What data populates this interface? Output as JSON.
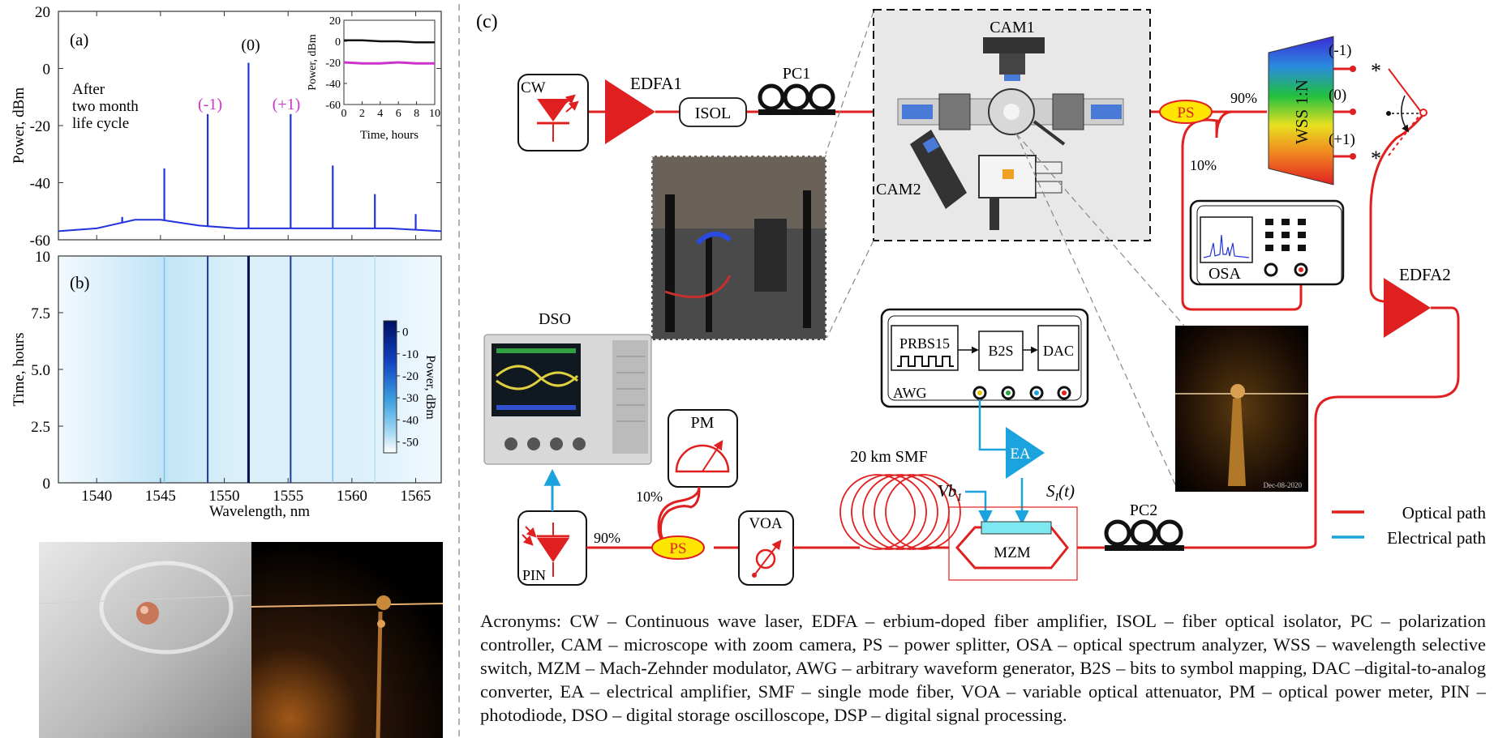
{
  "panel_labels": {
    "a": "(a)",
    "b": "(b)",
    "c": "(c)"
  },
  "chart_a": {
    "ylabel": "Power, dBm",
    "yticks": [
      "20",
      "0",
      "-20",
      "-40",
      "-60"
    ],
    "annotation_lines": [
      "After",
      "two month",
      "life cycle"
    ],
    "peak_labels": {
      "zero": "(0)",
      "minus1": "(-1)",
      "plus1": "(+1)"
    },
    "inset": {
      "ylabel": "Power, dBm",
      "xlabel": "Time, hours",
      "yticks": [
        "20",
        "0",
        "-20",
        "-40",
        "-60"
      ],
      "xticks": [
        "0",
        "2",
        "4",
        "6",
        "8",
        "10"
      ]
    }
  },
  "chart_b": {
    "ylabel": "Time, hours",
    "xlabel": "Wavelength, nm",
    "yticks": [
      "10",
      "7.5",
      "5.0",
      "2.5",
      "0"
    ],
    "xticks": [
      "1540",
      "1545",
      "1550",
      "1555",
      "1560",
      "1565"
    ],
    "colorbar_label": "Power, dBm",
    "colorbar_ticks": [
      "0",
      "-10",
      "-20",
      "-30",
      "-40",
      "-50"
    ]
  },
  "chart_data": [
    {
      "type": "line",
      "title": "",
      "xlabel": "Wavelength, nm",
      "ylabel": "Power, dBm",
      "xlim": [
        1537,
        1567
      ],
      "ylim": [
        -60,
        20
      ],
      "series": [
        {
          "x": [
            1537,
            1540,
            1543,
            1545,
            1548,
            1551,
            1554,
            1557,
            1560,
            1563,
            1567
          ],
          "values": [
            -57,
            -56,
            -53,
            -53,
            -55,
            -56,
            -56,
            -56,
            -56,
            -56,
            -57
          ]
        }
      ],
      "peaks": [
        {
          "x": 1542,
          "y": -52
        },
        {
          "x": 1545.3,
          "y": -35
        },
        {
          "x": 1548.7,
          "y": -16
        },
        {
          "x": 1551.9,
          "y": 2
        },
        {
          "x": 1555.2,
          "y": -16
        },
        {
          "x": 1558.5,
          "y": -34
        },
        {
          "x": 1561.8,
          "y": -44
        },
        {
          "x": 1565,
          "y": -51
        }
      ]
    },
    {
      "type": "line",
      "xlabel": "Time, hours",
      "ylabel": "Power, dBm",
      "xlim": [
        0,
        10
      ],
      "ylim": [
        -60,
        20
      ],
      "series": [
        {
          "x": [
            0,
            2,
            4,
            6,
            8,
            10
          ],
          "values": [
            1,
            1,
            0,
            0,
            -1,
            -1
          ]
        },
        {
          "x": [
            0,
            2,
            4,
            6,
            8,
            10
          ],
          "values": [
            -20,
            -21,
            -21,
            -20,
            -21,
            -21
          ]
        }
      ]
    },
    {
      "type": "heatmap",
      "xlabel": "Wavelength, nm",
      "ylabel": "Time, hours",
      "xlim": [
        1537,
        1567
      ],
      "ylim": [
        0,
        10
      ],
      "color_range": [
        -55,
        5
      ],
      "lines_x": [
        1545.3,
        1548.7,
        1551.9,
        1555.2,
        1558.5,
        1561.8
      ]
    }
  ],
  "diagram": {
    "cw": "CW",
    "edfa1": "EDFA1",
    "isol": "ISOL",
    "pc1": "PC1",
    "cam1": "CAM1",
    "cam2": "CAM2",
    "ps_top": "PS",
    "ratio_90_top": "90%",
    "ratio_10_top": "10%",
    "wss": "WSS 1:N",
    "port_m1": "(-1)",
    "port_0": "(0)",
    "port_p1": "(+1)",
    "star": "*",
    "osa": "OSA",
    "edfa2": "EDFA2",
    "dso": "DSO",
    "pm": "PM",
    "ratio_10_bottom": "10%",
    "ratio_90_bottom": "90%",
    "ps_bottom": "PS",
    "pin": "PIN",
    "voa": "VOA",
    "smf": "20 km SMF",
    "prbs": "PRBS15",
    "b2s": "B2S",
    "dac": "DAC",
    "awg": "AWG",
    "ea": "EA",
    "vb": "Vb",
    "vb_sub": "1",
    "si": "S",
    "si_sub": "I",
    "si_tail": "(t)",
    "mzm": "MZM",
    "pc2": "PC2",
    "photo_stamp": "Dec-08-2020",
    "legend_optical": "Optical path",
    "legend_electrical": "Electrical path"
  },
  "colors": {
    "optical": "#e02020",
    "electrical": "#1aa3dc",
    "ps_fill": "#ffe600",
    "mzm_fill": "#7de8f0",
    "spectrum": "#2233dd",
    "inset_b": "#cc33cc"
  },
  "acronyms": "Acronyms: CW – Continuous wave laser, EDFA – erbium-doped fiber amplifier, ISOL – fiber optical isolator, PC – polarization controller, CAM – microscope with zoom camera, PS – power splitter, OSA – optical spectrum analyzer, WSS – wavelength selective switch, MZM – Mach-Zehnder modulator, AWG – arbitrary waveform generator, B2S – bits to symbol mapping, DAC –digital-to-analog converter, EA – electrical amplifier, SMF – single mode fiber, VOA – variable optical attenuator, PM – optical power meter, PIN – photodiode, DSO – digital storage oscilloscope, DSP – digital signal processing."
}
